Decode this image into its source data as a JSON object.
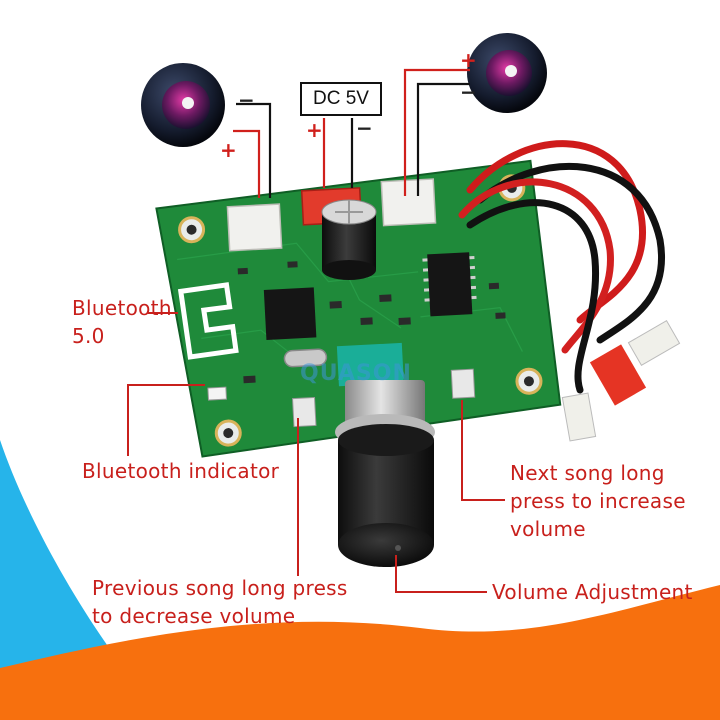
{
  "labels": {
    "dc_power": "DC 5V",
    "bluetooth_line1": "Bluetooth",
    "bluetooth_line2": "5.0",
    "bluetooth_indicator": "Bluetooth indicator",
    "next_song_line1": "Next song long",
    "next_song_line2": "press to increase",
    "next_song_line3": "volume",
    "previous_song_line1": "Previous song long press",
    "previous_song_line2": "to decrease volume",
    "volume_adjustment": "Volume Adjustment"
  },
  "polarity": {
    "plus": "+",
    "minus": "−"
  },
  "watermark": "QUASON",
  "colors": {
    "label_red": "#c8201c",
    "pcb_green": "#1f8a3a",
    "wave_blue": "#26b4ea",
    "wave_orange": "#f7700e"
  },
  "icons": [
    "speaker-icon-left",
    "speaker-icon-right"
  ]
}
